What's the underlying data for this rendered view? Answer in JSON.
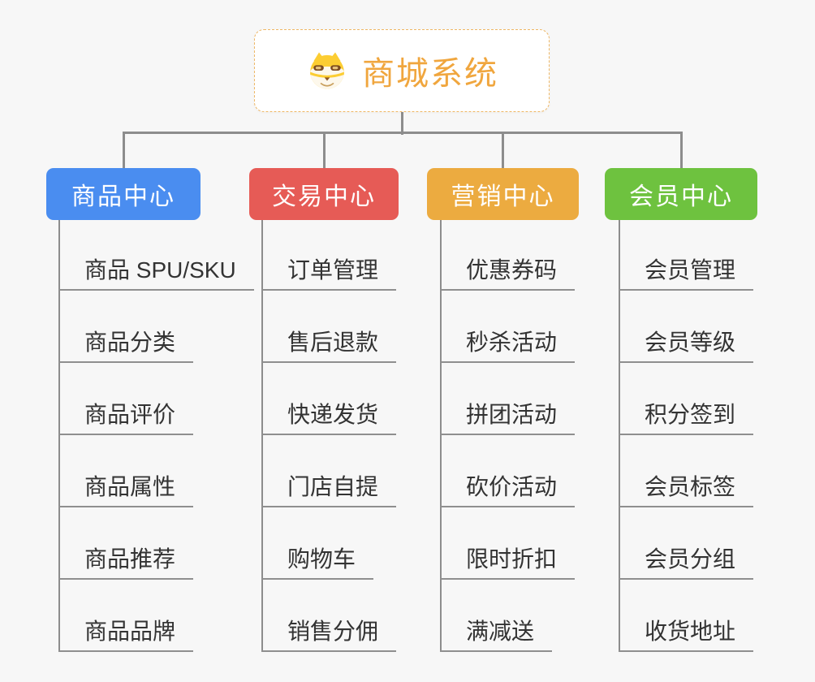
{
  "page": {
    "background_color": "#f7f7f7",
    "connector_color": "#8d8d8d"
  },
  "root": {
    "title": "商城系统",
    "icon": "shiba-dog-icon",
    "text_color": "#f0a63e",
    "border_color": "#eeb766"
  },
  "branches": [
    {
      "label": "商品中心",
      "color": "#4a8df0",
      "children": [
        "商品 SPU/SKU",
        "商品分类",
        "商品评价",
        "商品属性",
        "商品推荐",
        "商品品牌"
      ]
    },
    {
      "label": "交易中心",
      "color": "#e65b56",
      "children": [
        "订单管理",
        "售后退款",
        "快递发货",
        "门店自提",
        "购物车",
        "销售分佣"
      ]
    },
    {
      "label": "营销中心",
      "color": "#ecab40",
      "children": [
        "优惠券码",
        "秒杀活动",
        "拼团活动",
        "砍价活动",
        "限时折扣",
        "满减送"
      ]
    },
    {
      "label": "会员中心",
      "color": "#6ec23f",
      "children": [
        "会员管理",
        "会员等级",
        "积分签到",
        "会员标签",
        "会员分组",
        "收货地址"
      ]
    }
  ]
}
